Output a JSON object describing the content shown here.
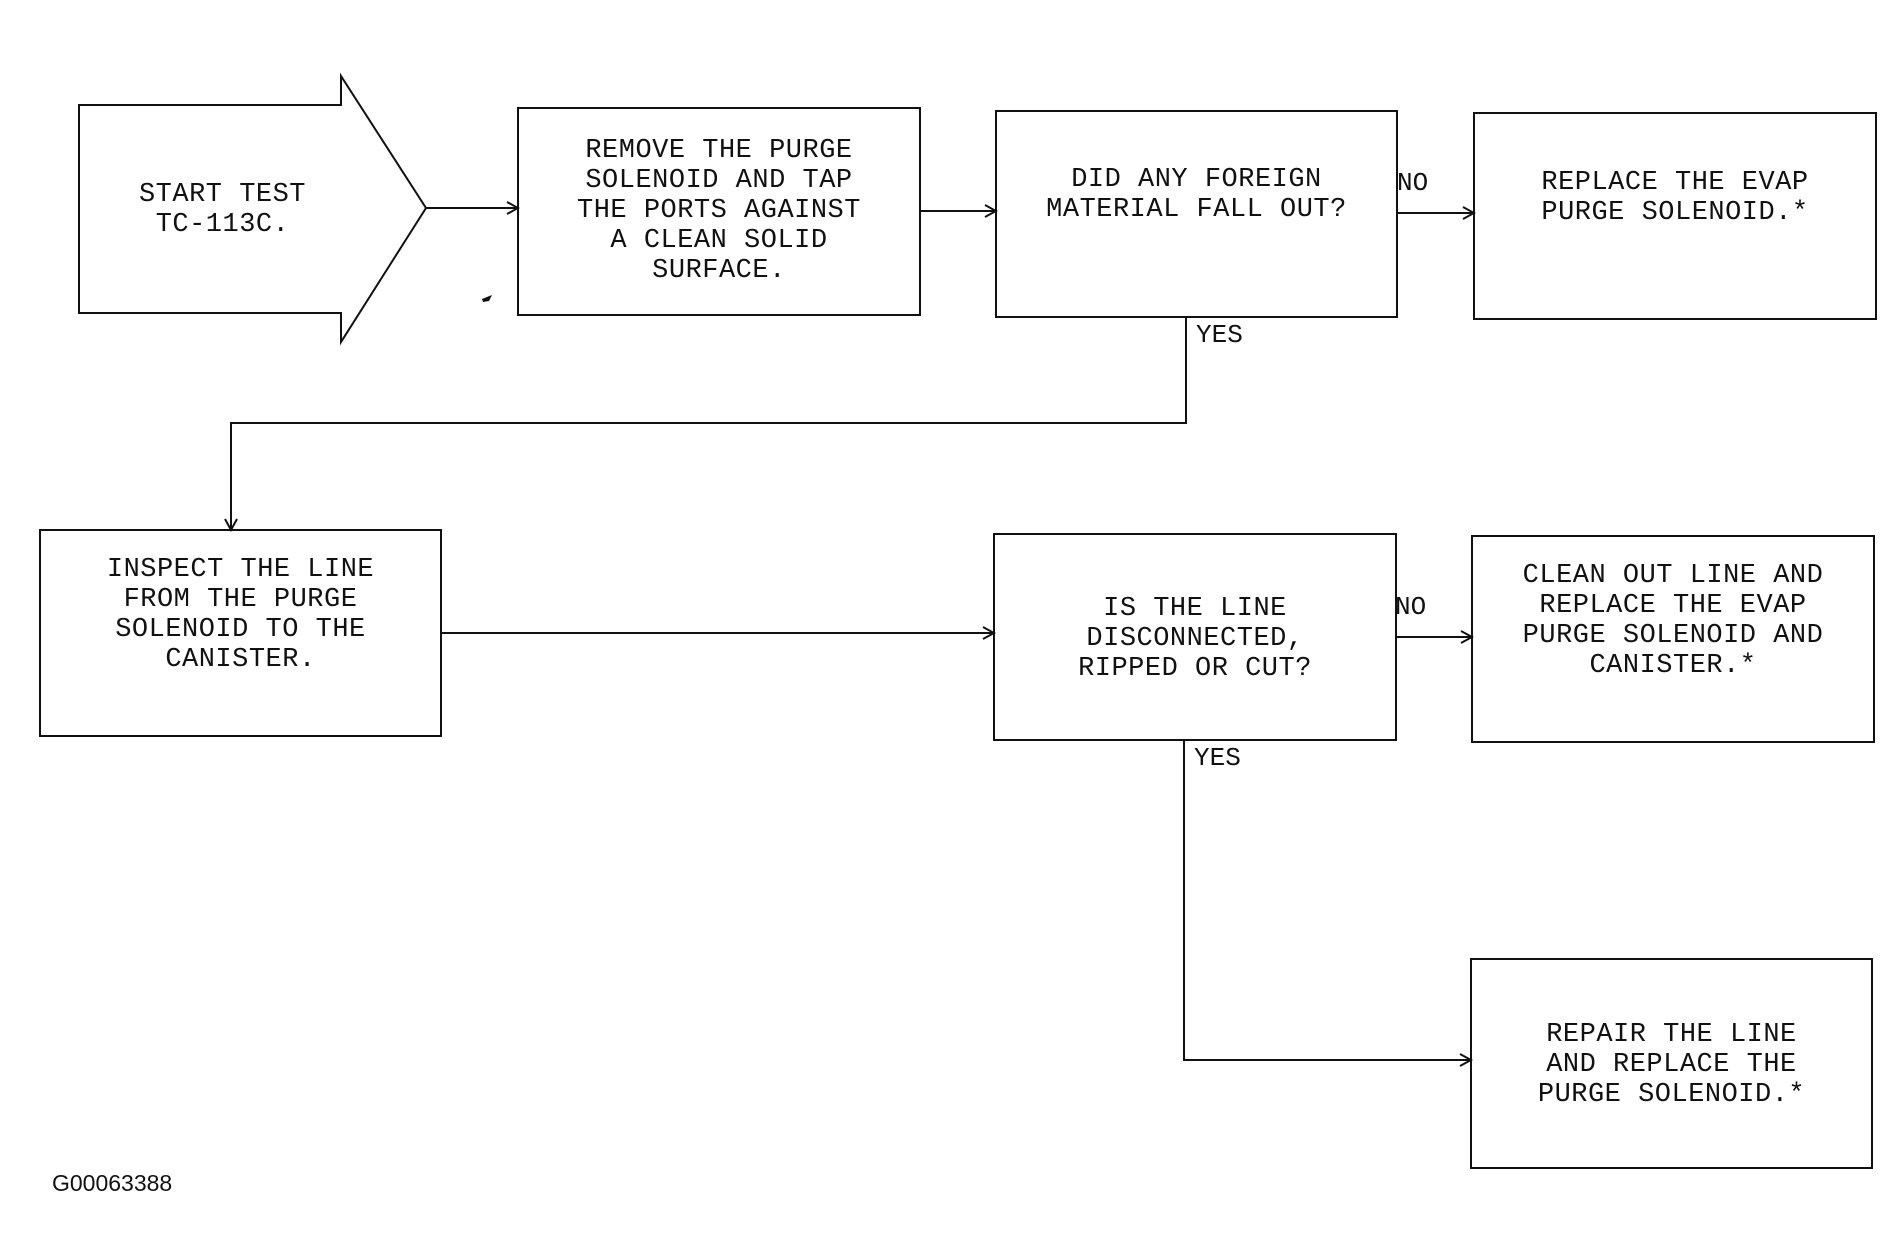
{
  "nodes": {
    "start": {
      "lines": [
        "START TEST",
        "TC-113C."
      ]
    },
    "remove_solenoid": {
      "lines": [
        "REMOVE THE PURGE",
        "SOLENOID AND TAP",
        "THE PORTS AGAINST",
        "A CLEAN SOLID",
        "SURFACE."
      ]
    },
    "foreign_material": {
      "lines": [
        "DID ANY FOREIGN",
        "MATERIAL FALL OUT?"
      ]
    },
    "replace_solenoid": {
      "lines": [
        "REPLACE THE EVAP",
        "PURGE SOLENOID.*"
      ]
    },
    "inspect_line": {
      "lines": [
        "INSPECT THE LINE",
        "FROM THE PURGE",
        "SOLENOID TO THE",
        "CANISTER."
      ]
    },
    "line_damaged": {
      "lines": [
        "IS THE LINE",
        "DISCONNECTED,",
        "RIPPED OR CUT?"
      ]
    },
    "clean_line": {
      "lines": [
        "CLEAN OUT LINE AND",
        "REPLACE THE EVAP",
        "PURGE SOLENOID AND",
        "CANISTER.*"
      ]
    },
    "repair_line": {
      "lines": [
        "REPAIR THE LINE",
        "AND REPLACE THE",
        "PURGE SOLENOID.*"
      ]
    }
  },
  "edge_labels": {
    "no_1": "NO",
    "yes_1": "YES",
    "no_2": "NO",
    "yes_2": "YES"
  },
  "figure_code": "G00063388",
  "colors": {
    "line": "#111111",
    "background": "#ffffff"
  }
}
